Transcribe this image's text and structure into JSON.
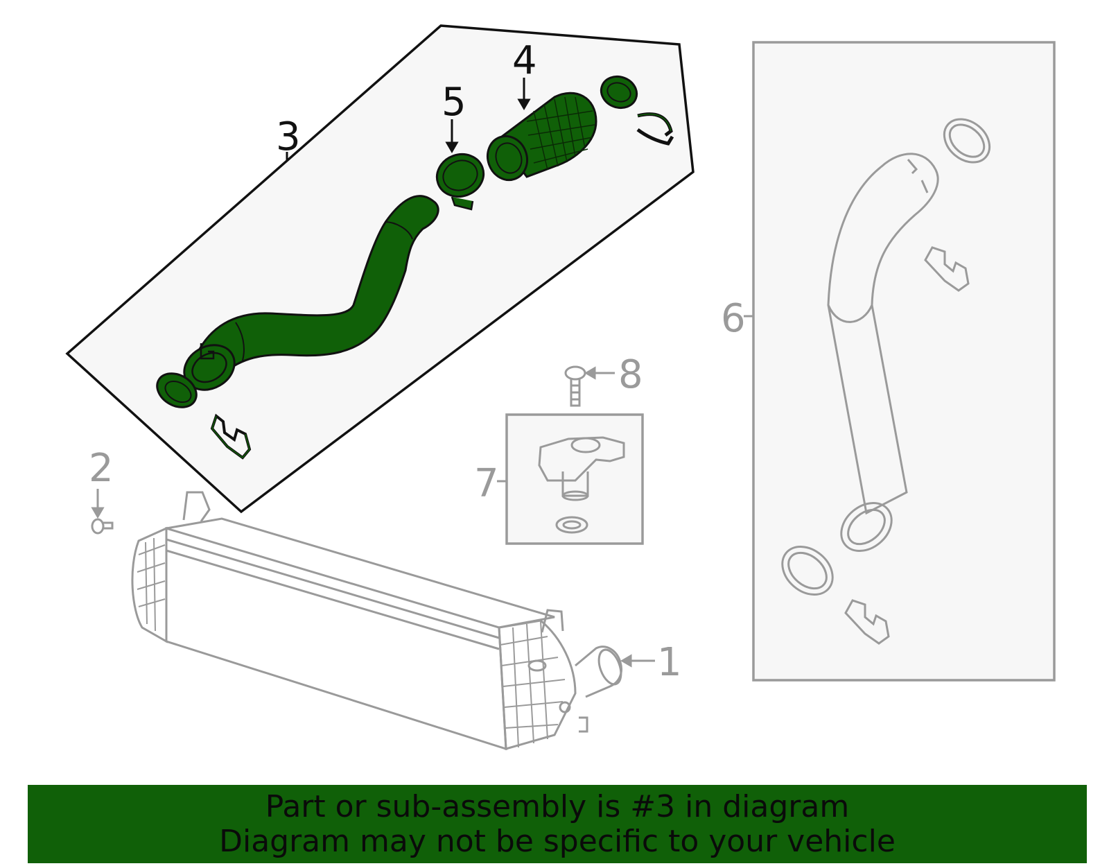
{
  "colors": {
    "highlight": "#106008",
    "banner_bg": "#106008",
    "outline_grey": "#9a9a9a",
    "panel_fill": "#f7f7f7"
  },
  "callouts": {
    "c1": "1",
    "c2": "2",
    "c3": "3",
    "c4": "4",
    "c5": "5",
    "c6": "6",
    "c7": "7",
    "c8": "8"
  },
  "banner": {
    "line1": "Part or sub-assembly is #3 in diagram",
    "line2": "Diagram may not be specific to your vehicle"
  }
}
